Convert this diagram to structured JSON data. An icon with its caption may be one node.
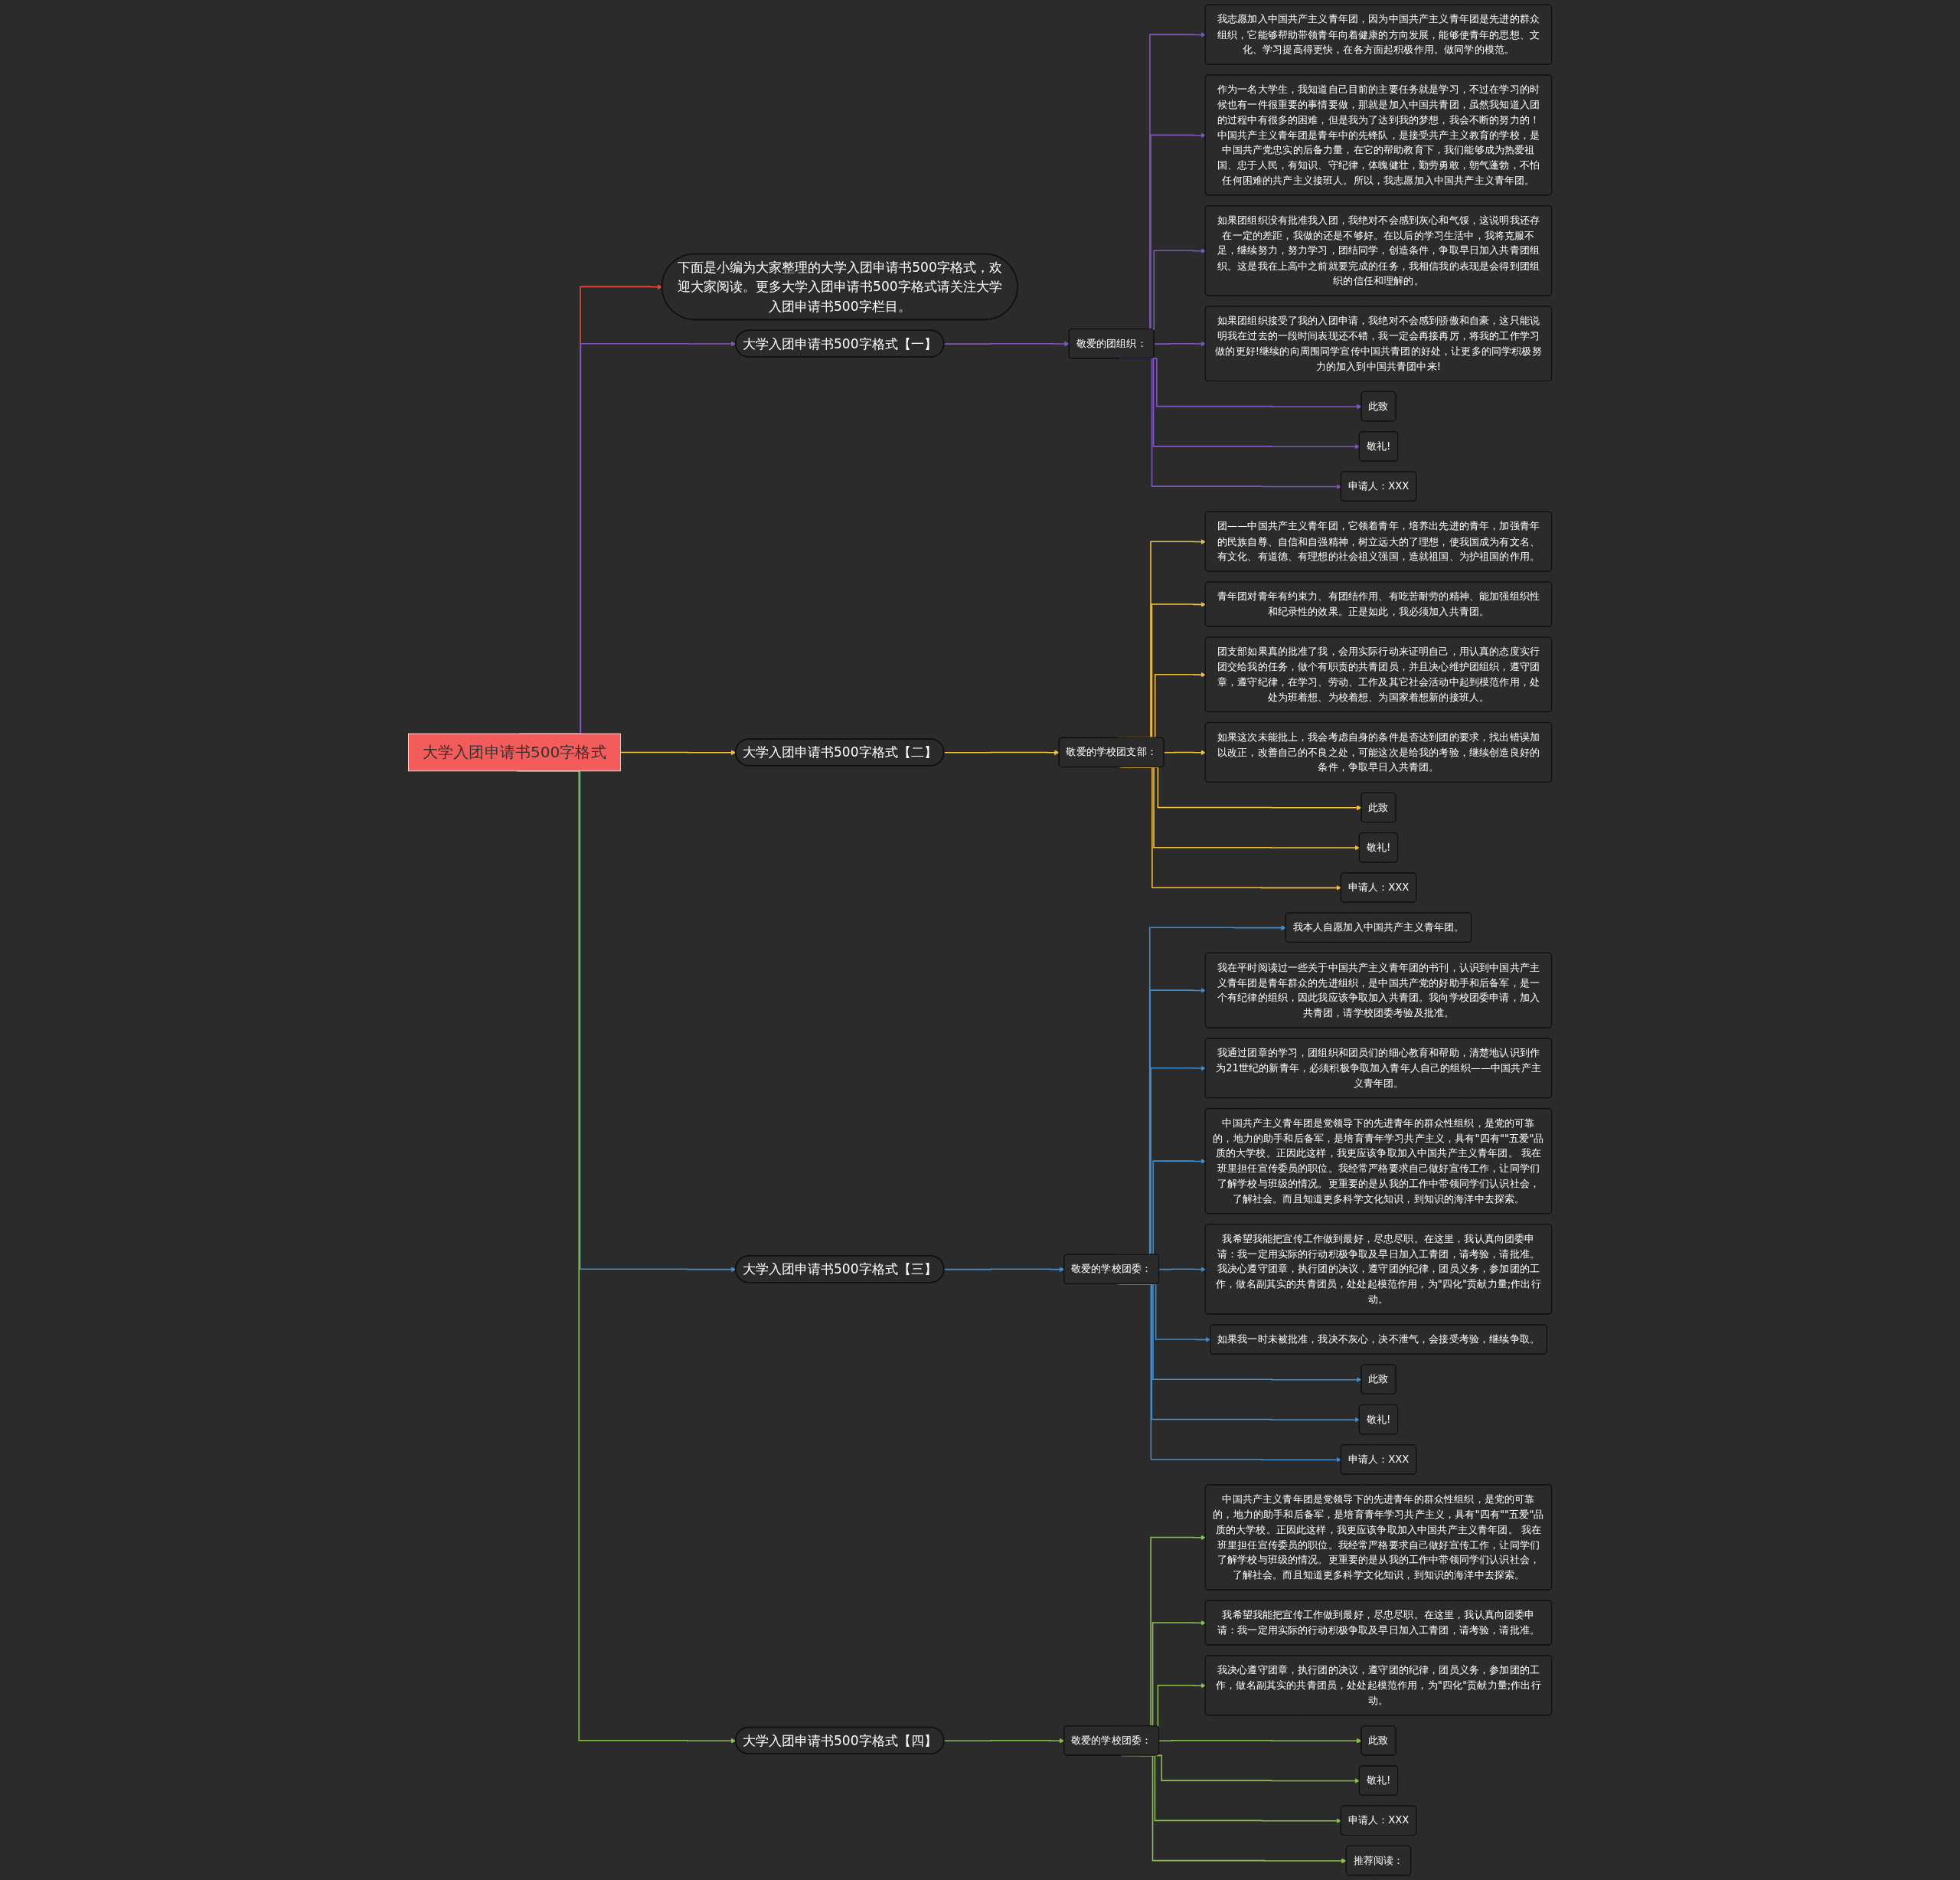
{
  "diagram": {
    "nodes": [
      {
        "text": [
          "大学入团申请书500字格式"
        ]
      },
      {
        "text": [
          "下面是小编为大家整理的大学入团申请书500字格式，欢迎大家阅读。更多大学入团申请书500字格式请关注大学入团申请书500字栏目。"
        ]
      },
      {
        "text": [
          "大学入团申请书500字格式【一】"
        ]
      },
      {
        "text": [
          "敬爱的团组织："
        ]
      },
      {
        "text": [
          "我志愿加入中国共产主义青年团，因为中国共产主义青年团是先进的群众组织，它能够帮助带领青年向着健康的方向发展，能够使青年的思想、文化、学习提高得更快，在各方面起积极作用。做同学的模范。"
        ]
      },
      {
        "text": [
          "作为一名大学生，我知道自己目前的主要任务就是学习，不过在学习的时候也有一件很重要的事情要做，那就是加入中国共青团，虽然我知道入团的过程中有很多的困难，但是我为了达到我的梦想，我会不断的努力的！中国共产主义青年团是青年中的先锋队，是接受共产主义教育的学校，是中国共产党忠实的后备力量，在它的帮助教育下，我们能够成为热爱祖国、忠于人民，有知识、守纪律，体魄健壮，勤劳勇敢，朝气蓬勃，不怕任何困难的共产主义接班人。所以，我志愿加入中国共产主义青年团。"
        ]
      },
      {
        "text": [
          "如果团组织没有批准我入团，我绝对不会感到灰心和气馁，这说明我还存在一定的差距，我做的还是不够好。在以后的学习生活中，我将克服不足，继续努力，努力学习，团结同学，创造条件，争取早日加入共青团组织。这是我在上高中之前就要完成的任务，我相信我的表现是会得到团组织的信任和理解的。"
        ]
      },
      {
        "text": [
          "如果团组织接受了我的入团申请，我绝对不会感到骄傲和自豪，这只能说明我在过去的一段时间表现还不错，我一定会再接再厉，将我的工作学习做的更好!继续的向周围同学宣传中国共青团的好处，让更多的同学积极努力的加入到中国共青团中来!"
        ]
      },
      {
        "text": [
          "此致"
        ]
      },
      {
        "text": [
          "敬礼!"
        ]
      },
      {
        "text": [
          "申请人：XXX"
        ]
      },
      {
        "text": [
          "大学入团申请书500字格式【二】"
        ]
      },
      {
        "text": [
          "敬爱的学校团支部："
        ]
      },
      {
        "text": [
          "团——中国共产主义青年团，它领着青年，培养出先进的青年，加强青年的民族自尊、自信和自强精神，树立远大的了理想，使我国成为有文名、有文化、有道德、有理想的社会祖义强国，造就祖国、为护祖国的作用。"
        ]
      },
      {
        "text": [
          "青年团对青年有约束力、有团结作用、有吃苦耐劳的精神、能加强组织性和纪录性的效果。正是如此，我必须加入共青团。"
        ]
      },
      {
        "text": [
          "团支部如果真的批准了我，会用实际行动来证明自己，用认真的态度实行团交给我的任务，做个有职责的共青团员，并且决心维护团组织，遵守团章，遵守纪律，在学习、劳动、工作及其它社会活动中起到模范作用，处处为班着想、为校着想、为国家着想新的接班人。"
        ]
      },
      {
        "text": [
          "如果这次未能批上，我会考虑自身的条件是否达到团的要求，找出错误加以改正，改善自己的不良之处，可能这次是给我的考验，继续创造良好的条件，争取早日入共青团。"
        ]
      },
      {
        "text": [
          "此致"
        ]
      },
      {
        "text": [
          "敬礼!"
        ]
      },
      {
        "text": [
          "申请人：XXX"
        ]
      },
      {
        "text": [
          "大学入团申请书500字格式【三】"
        ]
      },
      {
        "text": [
          "敬爱的学校团委："
        ]
      },
      {
        "text": [
          "我本人自愿加入中国共产主义青年团。"
        ]
      },
      {
        "text": [
          "我在平时阅读过一些关于中国共产主义青年团的书刊，认识到中国共产主义青年团是青年群众的先进组织，是中国共产党的好助手和后备军，是一个有纪律的组织，因此我应该争取加入共青团。我向学校团委申请，加入共青团，请学校团委考验及批准。"
        ]
      },
      {
        "text": [
          "我通过团章的学习，团组织和团员们的细心教育和帮助，清楚地认识到作为21世纪的新青年，必须积极争取加入青年人自己的组织——中国共产主义青年团。"
        ]
      },
      {
        "text": [
          "中国共产主义青年团是党领导下的先进青年的群众性组织，是党的可靠的，地力的助手和后备军，是培育青年学习共产主义，具有\"四有\"\"五爱\"品质的大学校。正因此这样，我更应该争取加入中国共产主义青年团。 我在班里担任宣传委员的职位。我经常严格要求自己做好宣传工作，让同学们了解学校与班级的情况。更重要的是从我的工作中带领同学们认识社会，了解社会。而且知道更多科学文化知识，到知识的海洋中去探索。"
        ]
      },
      {
        "text": [
          "我希望我能把宣传工作做到最好，尽忠尽职。在这里，我认真向团委申请：我一定用实际的行动积极争取及早日加入工青团，请考验，请批准。我决心遵守团章，执行团的决议，遵守团的纪律，团员义务，参加团的工作，做名副其实的共青团员，处处起模范作用，为\"四化\"贡献力量;作出行动。"
        ]
      },
      {
        "text": [
          "如果我一时未被批准，我决不灰心，决不泄气，会接受考验，继续争取。"
        ]
      },
      {
        "text": [
          "此致"
        ]
      },
      {
        "text": [
          "敬礼!"
        ]
      },
      {
        "text": [
          "申请人：XXX"
        ]
      },
      {
        "text": [
          "大学入团申请书500字格式【四】"
        ]
      },
      {
        "text": [
          "敬爱的学校团委："
        ]
      },
      {
        "text": [
          "中国共产主义青年团是党领导下的先进青年的群众性组织，是党的可靠的，地力的助手和后备军，是培育青年学习共产主义，具有\"四有\"\"五爱\"品质的大学校。正因此这样，我更应该争取加入中国共产主义青年团。 我在班里担任宣传委员的职位。我经常严格要求自己做好宣传工作，让同学们了解学校与班级的情况。更重要的是从我的工作中带领同学们认识社会，了解社会。而且知道更多科学文化知识，到知识的海洋中去探索。"
        ]
      },
      {
        "text": [
          "我希望我能把宣传工作做到最好，尽忠尽职。在这里，我认真向团委申请：我一定用实际的行动积极争取及早日加入工青团，请考验，请批准。"
        ]
      },
      {
        "text": [
          "我决心遵守团章，执行团的决议，遵守团的纪律，团员义务，参加团的工作，做名副其实的共青团员，处处起模范作用，为\"四化\"贡献力量;作出行动。"
        ]
      },
      {
        "text": [
          "此致"
        ]
      },
      {
        "text": [
          "敬礼!"
        ]
      },
      {
        "text": [
          "申请人：XXX"
        ]
      },
      {
        "text": [
          "推荐阅读："
        ]
      }
    ],
    "edges": [
      {
        "from": 0,
        "to": 1,
        "arrow": "to",
        "color": "#e74c3c"
      },
      {
        "from": 0,
        "to": 2,
        "arrow": "to",
        "color": "#7e57c2"
      },
      {
        "from": 2,
        "to": 3,
        "arrow": "to",
        "color": "#7e57c2"
      },
      {
        "from": 3,
        "to": 4,
        "arrow": "to",
        "color": "#7e57c2"
      },
      {
        "from": 3,
        "to": 5,
        "arrow": "to",
        "color": "#7e57c2"
      },
      {
        "from": 3,
        "to": 6,
        "arrow": "to",
        "color": "#7e57c2"
      },
      {
        "from": 3,
        "to": 7,
        "arrow": "to",
        "color": "#7e57c2"
      },
      {
        "from": 3,
        "to": 8,
        "arrow": "to",
        "color": "#7e57c2"
      },
      {
        "from": 3,
        "to": 9,
        "arrow": "to",
        "color": "#7e57c2"
      },
      {
        "from": 3,
        "to": 10,
        "arrow": "to",
        "color": "#7e57c2"
      },
      {
        "from": 0,
        "to": 11,
        "arrow": "to",
        "color": "#f5c242"
      },
      {
        "from": 11,
        "to": 12,
        "arrow": "to",
        "color": "#f5c242"
      },
      {
        "from": 12,
        "to": 13,
        "arrow": "to",
        "color": "#f5c242"
      },
      {
        "from": 12,
        "to": 14,
        "arrow": "to",
        "color": "#f5c242"
      },
      {
        "from": 12,
        "to": 15,
        "arrow": "to",
        "color": "#f5c242"
      },
      {
        "from": 12,
        "to": 16,
        "arrow": "to",
        "color": "#f5c242"
      },
      {
        "from": 12,
        "to": 17,
        "arrow": "to",
        "color": "#f5c242"
      },
      {
        "from": 12,
        "to": 18,
        "arrow": "to",
        "color": "#f5c242"
      },
      {
        "from": 12,
        "to": 19,
        "arrow": "to",
        "color": "#f5c242"
      },
      {
        "from": 0,
        "to": 20,
        "arrow": "to"
      },
      {
        "from": 20,
        "to": 21,
        "arrow": "to"
      },
      {
        "from": 21,
        "to": 22,
        "arrow": "to"
      },
      {
        "from": 21,
        "to": 23,
        "arrow": "to"
      },
      {
        "from": 21,
        "to": 24,
        "arrow": "to"
      },
      {
        "from": 21,
        "to": 25,
        "arrow": "to"
      },
      {
        "from": 21,
        "to": 26,
        "arrow": "to"
      },
      {
        "from": 21,
        "to": 27,
        "arrow": "to"
      },
      {
        "from": 21,
        "to": 28,
        "arrow": "to"
      },
      {
        "from": 21,
        "to": 29,
        "arrow": "to"
      },
      {
        "from": 21,
        "to": 30,
        "arrow": "to"
      },
      {
        "from": 0,
        "to": 31,
        "arrow": "to",
        "color": "#8bc34a"
      },
      {
        "from": 31,
        "to": 32,
        "arrow": "to",
        "color": "#8bc34a"
      },
      {
        "from": 32,
        "to": 33,
        "arrow": "to",
        "color": "#8bc34a"
      },
      {
        "from": 32,
        "to": 34,
        "arrow": "to",
        "color": "#8bc34a"
      },
      {
        "from": 32,
        "to": 35,
        "arrow": "to",
        "color": "#8bc34a"
      },
      {
        "from": 32,
        "to": 36,
        "arrow": "to",
        "color": "#8bc34a"
      },
      {
        "from": 32,
        "to": 37,
        "arrow": "to",
        "color": "#8bc34a"
      },
      {
        "from": 32,
        "to": 38,
        "arrow": "to",
        "color": "#8bc34a"
      },
      {
        "from": 32,
        "to": 39,
        "arrow": "to",
        "color": "#8bc34a"
      }
    ]
  }
}
